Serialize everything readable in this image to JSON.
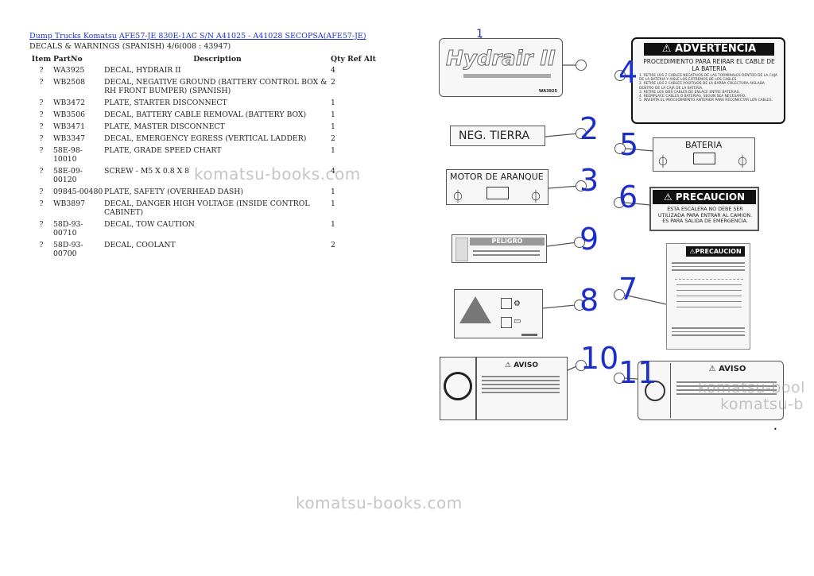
{
  "header": {
    "breadcrumb_link1": "Dump Trucks Komatsu",
    "breadcrumb_link2": "AFE57-JE 830E-1AC S/N A41025 - A41028 SECOPSA(AFE57-JE)",
    "subtitle": "DECALS & WARNINGS (SPANISH) 4/6(008 : 43947)"
  },
  "table": {
    "columns": [
      "Item",
      "PartNo",
      "Description",
      "Qty Ref Alt"
    ],
    "rows": [
      {
        "item": "?",
        "part": "WA3925",
        "desc": "DECAL, HYDRAIR II",
        "qty": "4"
      },
      {
        "item": "?",
        "part": "WB2508",
        "desc": "DECAL, NEGATIVE GROUND (BATTERY CONTROL BOX & RH FRONT BUMPER) (SPANISH)",
        "qty": "2"
      },
      {
        "item": "?",
        "part": "WB3472",
        "desc": "PLATE, STARTER DISCONNECT",
        "qty": "1"
      },
      {
        "item": "?",
        "part": "WB3506",
        "desc": "DECAL, BATTERY CABLE REMOVAL (BATTERY BOX)",
        "qty": "1"
      },
      {
        "item": "?",
        "part": "WB3471",
        "desc": "PLATE, MASTER DISCONNECT",
        "qty": "1"
      },
      {
        "item": "?",
        "part": "WB3347",
        "desc": "DECAL, EMERGENCY EGRESS (VERTICAL LADDER)",
        "qty": "2"
      },
      {
        "item": "?",
        "part": "58E-98-10010",
        "desc": "PLATE, GRADE SPEED CHART",
        "qty": "1"
      },
      {
        "item": "?",
        "part": "58E-09-00120",
        "desc": "SCREW - M5 X 0.8 X 8",
        "qty": "4"
      },
      {
        "item": "?",
        "part": "09845-00480",
        "desc": "PLATE, SAFETY (OVERHEAD DASH)",
        "qty": "1"
      },
      {
        "item": "?",
        "part": "WB3897",
        "desc": "DECAL, DANGER HIGH VOLTAGE (INSIDE CONTROL CABINET)",
        "qty": "1"
      },
      {
        "item": "?",
        "part": "58D-93-00710",
        "desc": "DECAL, TOW CAUTION",
        "qty": "1"
      },
      {
        "item": "?",
        "part": "58D-93-00700",
        "desc": "DECAL, COOLANT",
        "qty": "2"
      }
    ]
  },
  "watermarks": {
    "w1": "komatsu-books.com",
    "w2": "komatsu-books.com",
    "w3": "komatsu-bool",
    "w4": "komatsu-b"
  },
  "figure": {
    "callouts": {
      "c1": "1",
      "c2": "2",
      "c3": "3",
      "c4": "4",
      "c5": "5",
      "c6": "6",
      "c7": "7",
      "c8": "8",
      "c9": "9",
      "c10": "10",
      "c11": "11"
    },
    "hydrair_text": "Hydrair II",
    "hydrair_code": "WA3925",
    "neg_tierra": "NEG. TIERRA",
    "motor_arranque": "MOTOR DE ARANQUE",
    "bateria": "BATERIA",
    "advertencia_title": "ADVERTENCIA",
    "advertencia_sub": "PROCEDIMIENTO PARA REIRAR EL CABLE DE LA BATERIA",
    "advertencia_steps": [
      "1. RETIRE LOS 2 CABLES NEGATIVOS DE LAS TORMINALES DENTRO DE LA CAJA DE LA BATERIA Y AISLE LOS EXTREMOS DE LOS CABLES.",
      "2. RETIRE LOS 2 CABLES POSITIVOS DE LA BARRA COLECTORA AISLADA DENTRO DE LA CAJA DE LA BATERIA.",
      "3. RETIRE LOS DOS CABLES DE ENLACE ENTRE BATERIAS.",
      "4. REEMPLACE CABLES O BATERIAS, SEGUN SEA NECESARIO.",
      "5. INVIERTA EL PROCEDIMIENTO ANTERIOR PARA RECONECTAR LOS CABLES."
    ],
    "precaucion_title": "PRECAUCION",
    "precaucion_text": "ESTA ESCALERA NO DEBE SER UTILIZADA PARA ENTRAR AL CAMION. ES PARA SALIDA DE EMERGENCIA.",
    "precaucion7_title": "PRECAUCION",
    "peligro_title": "PELIGRO",
    "aviso_title": "AVISO",
    "aviso11_title": "AVISO"
  }
}
